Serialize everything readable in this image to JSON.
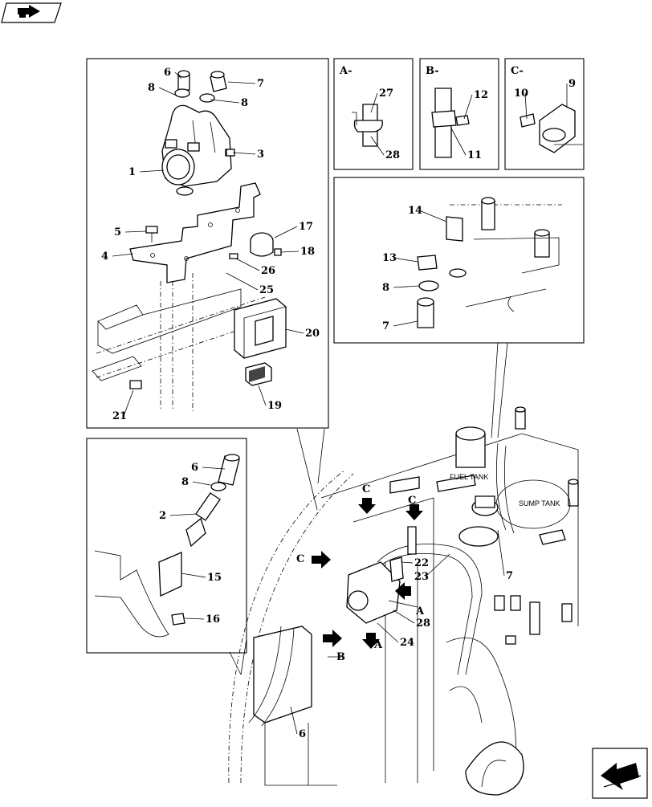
{
  "area_labels": {
    "fuel_tank": "FUEL TANK",
    "sump_tank": "SUMP TANK"
  },
  "panels": {
    "detail_a": {
      "title": "A-",
      "parts": [
        "27",
        "28"
      ]
    },
    "detail_b": {
      "title": "B-",
      "parts": [
        "12",
        "11"
      ]
    },
    "detail_c": {
      "title": "C-",
      "parts": [
        "10",
        "9"
      ]
    }
  },
  "callouts": {
    "main_panel": [
      "6",
      "7",
      "8",
      "8",
      "3",
      "1",
      "17",
      "5",
      "18",
      "4",
      "26",
      "25",
      "20",
      "19",
      "21"
    ],
    "hose_panel": [
      "14",
      "13",
      "8",
      "7"
    ],
    "fitting_panel": [
      "6",
      "8",
      "2",
      "15",
      "16"
    ],
    "overview": [
      "22",
      "23",
      "7",
      "28",
      "24",
      "6"
    ]
  },
  "view_markers": {
    "a": "A",
    "b": "B",
    "c": "C"
  },
  "nav_icons": {
    "top_left": "book-arrow-icon",
    "bottom_right": "next-page-arrow-icon"
  },
  "colors": {
    "line": "#000000",
    "background": "#ffffff"
  }
}
